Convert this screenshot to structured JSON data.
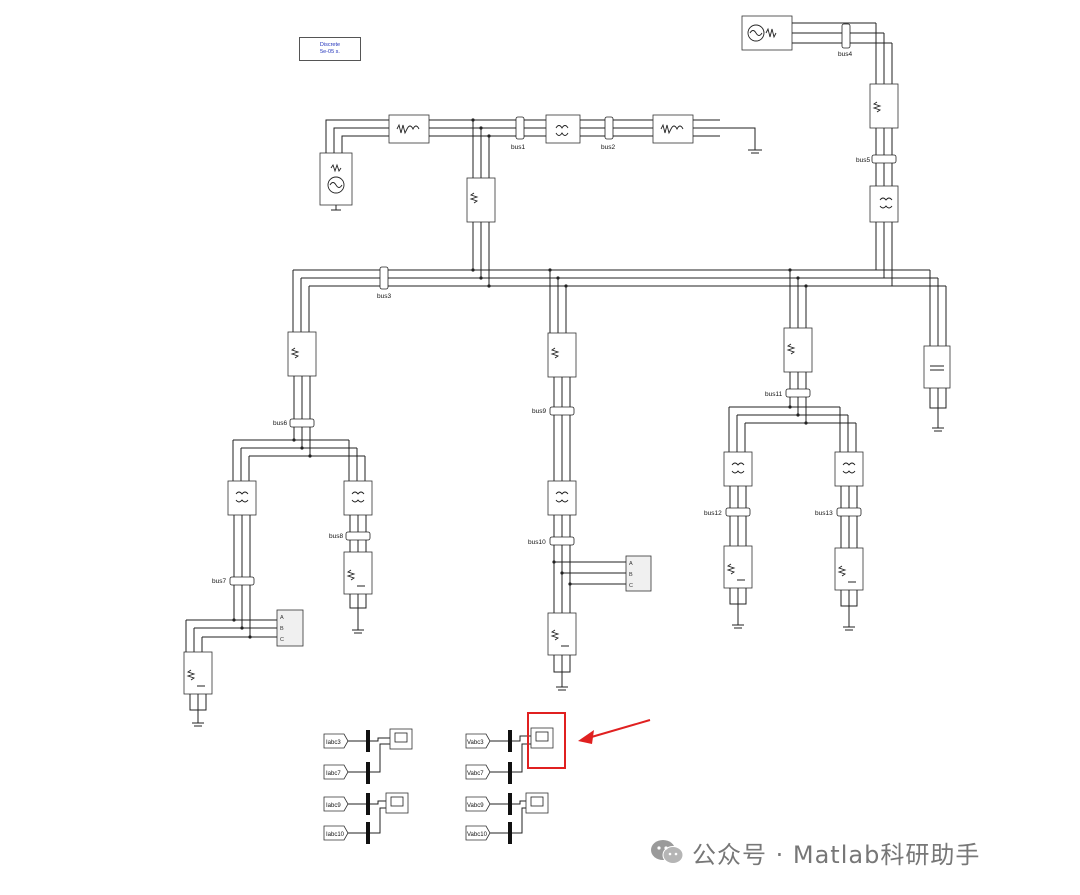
{
  "solver": {
    "line1": "Discrete",
    "line2": "5e-05 s."
  },
  "buses": [
    "bus1",
    "bus2",
    "bus3",
    "bus4",
    "bus5",
    "bus6",
    "bus7",
    "bus8",
    "bus9",
    "bus10",
    "bus11",
    "bus12",
    "bus13"
  ],
  "ports": {
    "upper": [
      "A",
      "B",
      "C"
    ],
    "lower": [
      "a",
      "b",
      "c"
    ]
  },
  "scopes_left": [
    {
      "tags": [
        "Iabc3",
        "Iabc7"
      ]
    },
    {
      "tags": [
        "Iabc9",
        "Iabc10"
      ]
    }
  ],
  "scopes_right": [
    {
      "tags": [
        "Vabc3",
        "Vabc7"
      ]
    },
    {
      "tags": [
        "Vabc9",
        "Vabc10"
      ]
    }
  ],
  "highlight": {
    "color": "#e02020",
    "arrow_color": "#e02020"
  },
  "watermark": {
    "text": "公众号 · Matlab科研助手"
  }
}
